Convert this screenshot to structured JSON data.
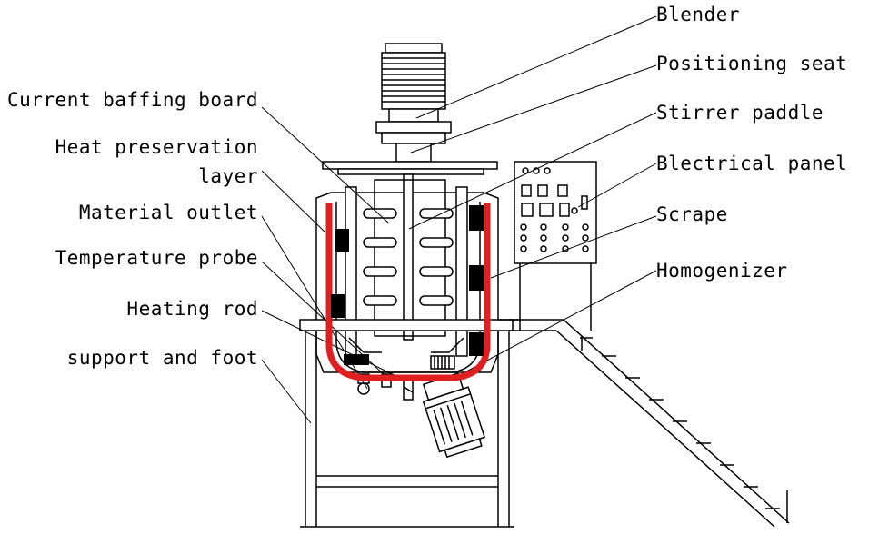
{
  "labels": {
    "blender": "Blender",
    "positioning_seat": "Positioning seat",
    "stirrer_paddle": "Stirrer paddle",
    "electrical_panel": "Blectrical panel",
    "scrape": "Scrape",
    "homogenizer": "Homogenizer",
    "current_baffing_board": "Current baffing board",
    "heat_preservation_1": "Heat preservation",
    "heat_preservation_2": "layer",
    "material_outlet": "Material outlet",
    "temperature_probe": "Temperature probe",
    "heating_rod": "Heating rod",
    "support_and_foot": "support and foot"
  },
  "colors": {
    "line": "#000000",
    "heating_layer": "#e02020",
    "background": "#ffffff"
  }
}
